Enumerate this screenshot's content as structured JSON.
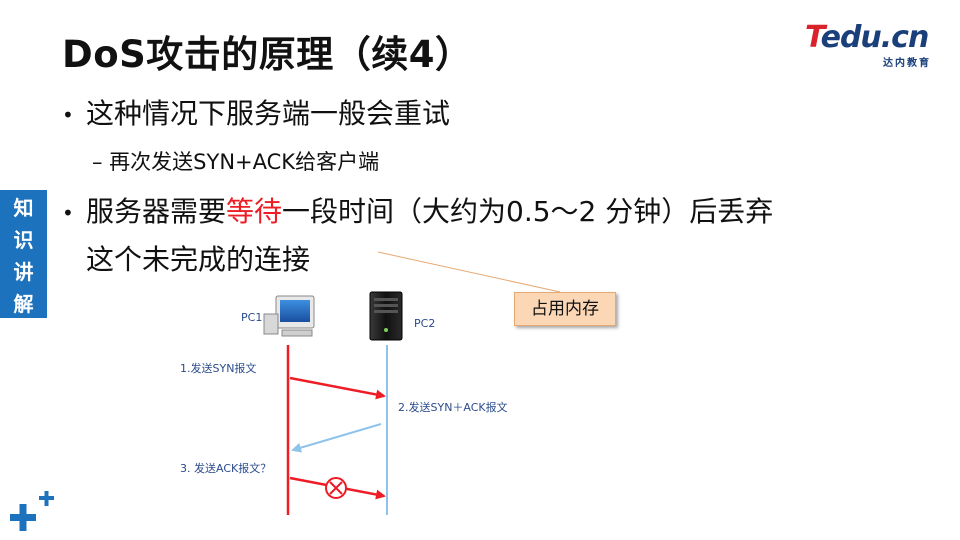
{
  "header": {
    "title": "DoS攻击的原理（续4）",
    "logo_text_t": "T",
    "logo_text_rest": "edu.cn",
    "logo_sub": "达内教育"
  },
  "content": {
    "bullet_dot": "•",
    "bullet1": "这种情况下服务端一般会重试",
    "bullet1_sub": "– 再次发送SYN+ACK给客户端",
    "bullet2_pre": "服务器需要",
    "bullet2_red": "等待",
    "bullet2_post": "一段时间（大约为0.5～2 分钟）后丢弃",
    "bullet2_line2": "这个未完成的连接"
  },
  "side_tab": {
    "chars": [
      "知",
      "识",
      "讲",
      "解"
    ]
  },
  "callout": {
    "text": "占用内存"
  },
  "diagram": {
    "pc1_label": "PC1",
    "pc2_label": "PC2",
    "step1": "1.发送SYN报文",
    "step2": "2.发送SYN＋ACK报文",
    "step3": "3. 发送ACK报文？",
    "colors": {
      "pc1_line": "#ee1c25",
      "pc2_line": "#8ec3ec",
      "callout_bg": "#fbd7b5",
      "accent_blue": "#1d72bd"
    }
  }
}
